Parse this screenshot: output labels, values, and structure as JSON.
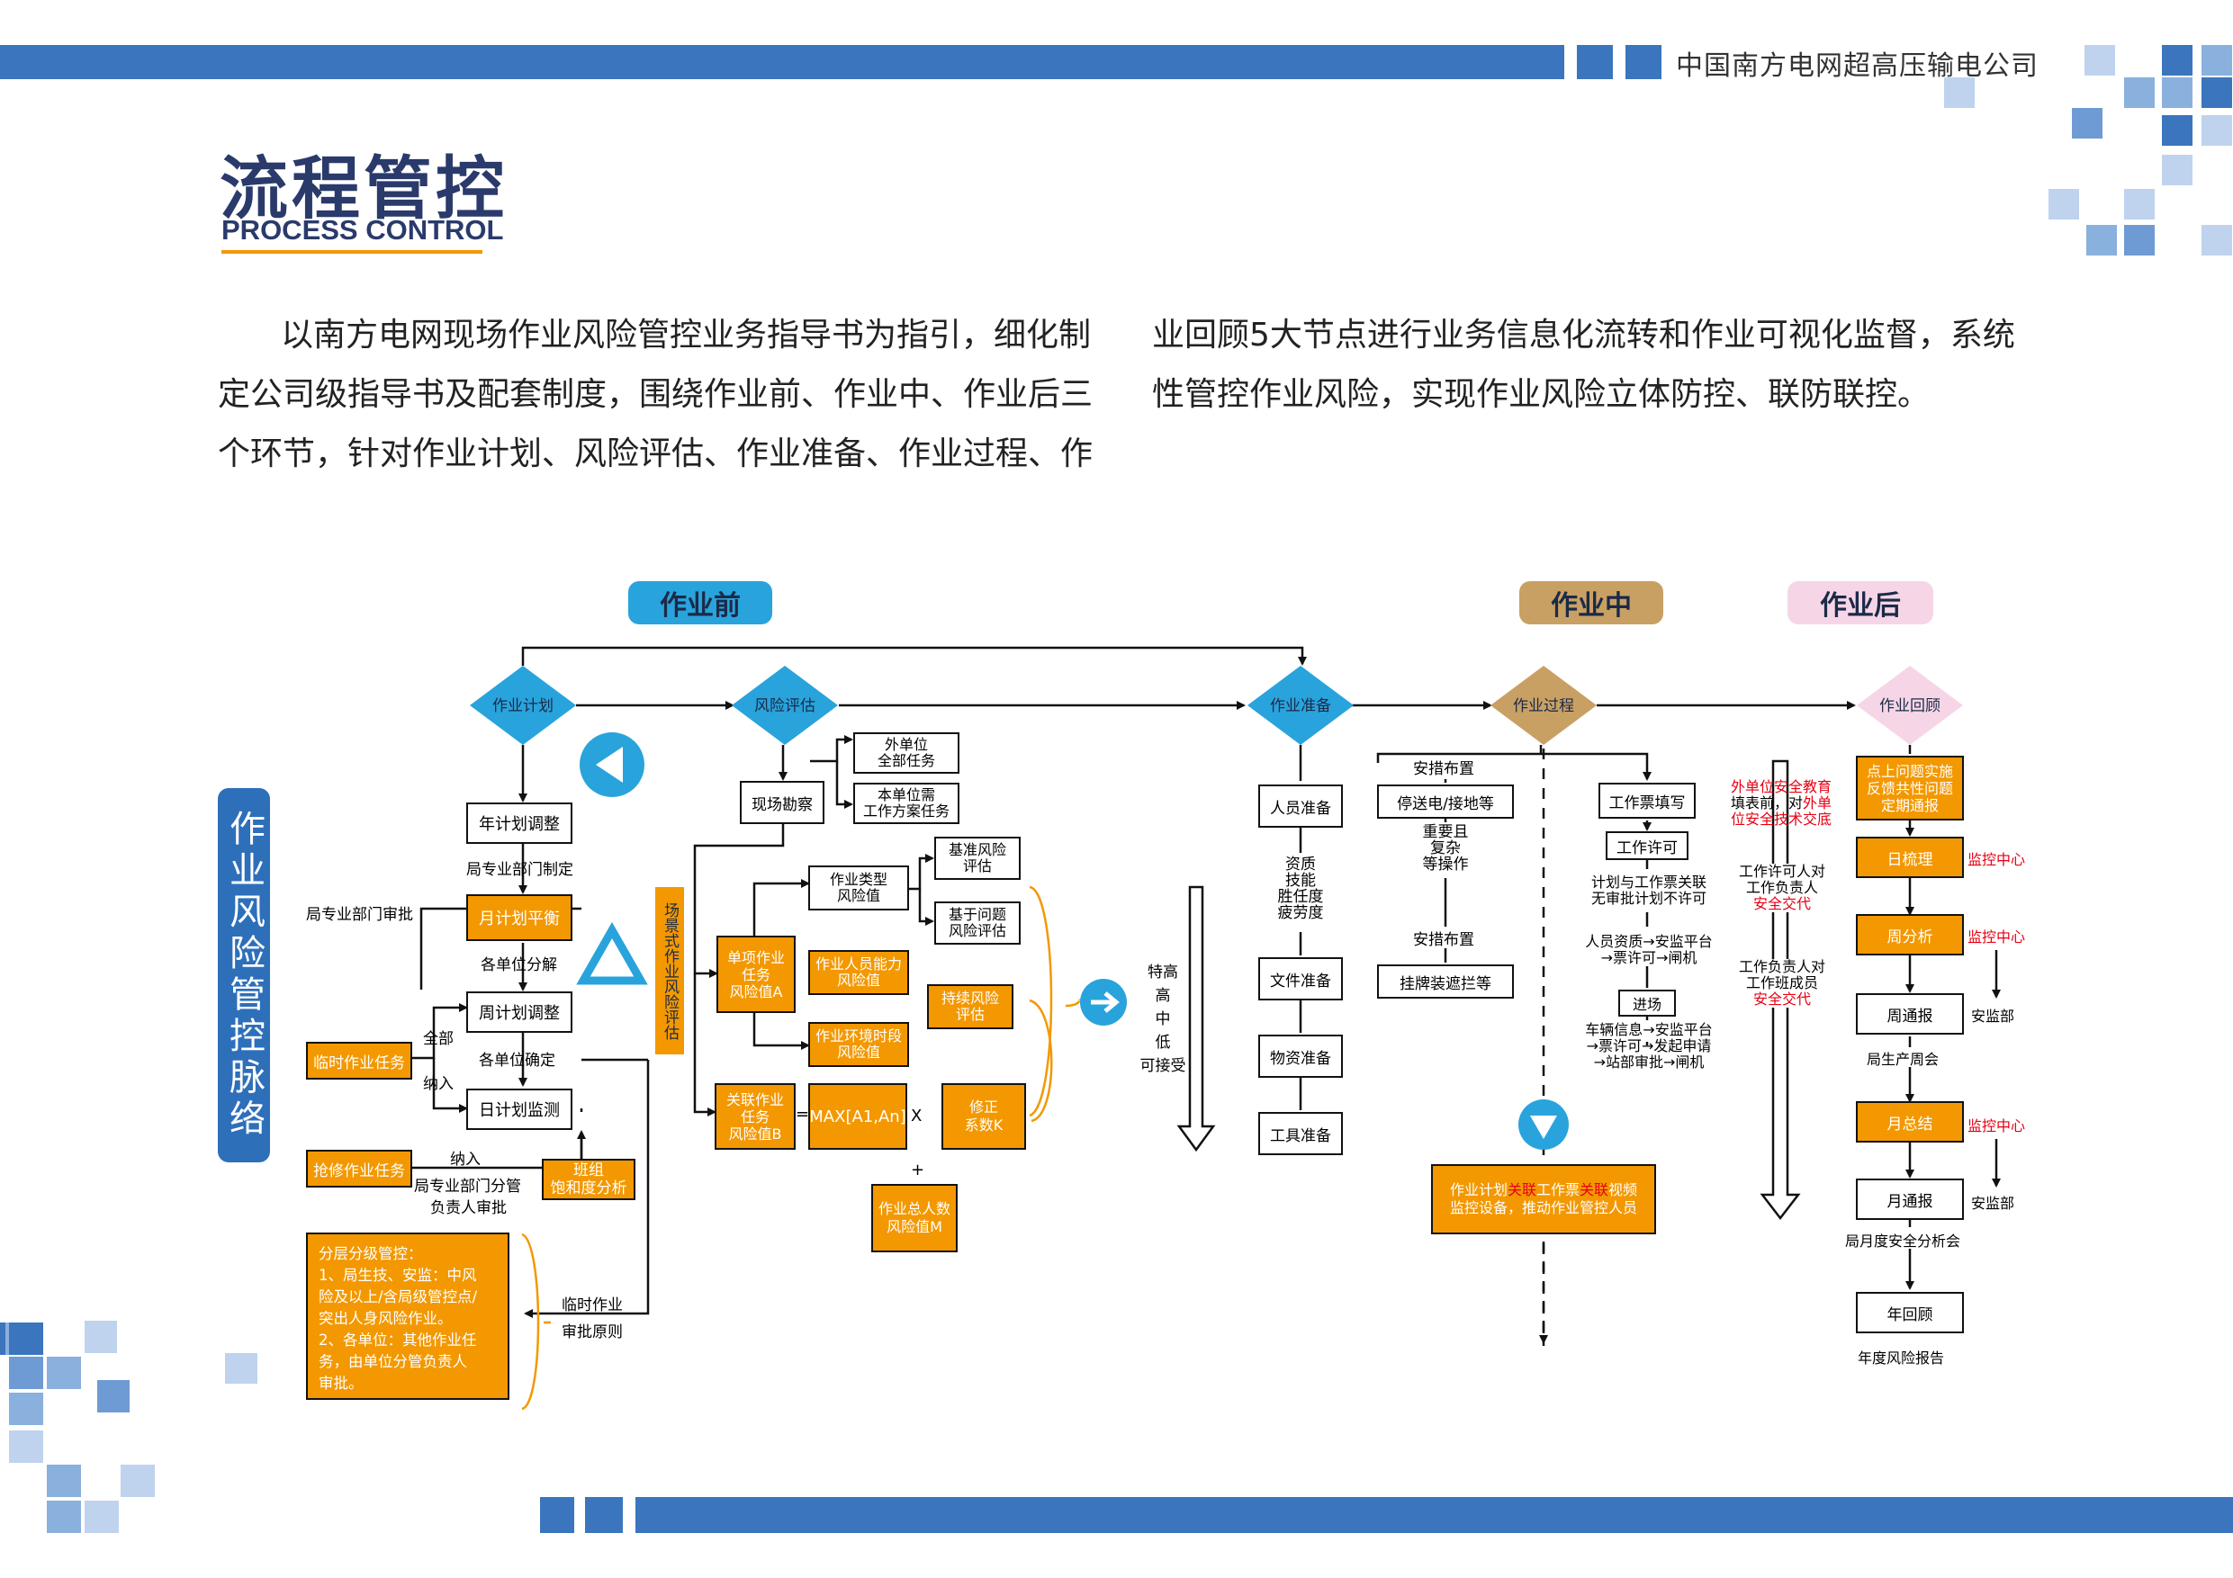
{
  "header": {
    "company": "中国南方电网超高压输电公司"
  },
  "title": {
    "cn": "流程管控",
    "en": "PROCESS CONTROL"
  },
  "intro": {
    "left_lines": [
      "以南方电网现场作业风险管控业务指导书为指引，细化制",
      "定公司级指导书及配套制度，围绕作业前、作业中、作业后三",
      "个环节，针对作业计划、风险评估、作业准备、作业过程、作"
    ],
    "right_lines": [
      "业回顾5大节点进行业务信息化流转和作业可视化监督，系统",
      "性管控作业风险，实现作业风险立体防控、联防联控。"
    ]
  },
  "sidebar": {
    "label": "作业风险管控脉络"
  },
  "phases": {
    "before": "作业前",
    "during": "作业中",
    "after": "作业后"
  },
  "nodes": {
    "plan": "作业计划",
    "risk": "风险评估",
    "prep": "作业准备",
    "process": "作业过程",
    "review": "作业回顾"
  },
  "plan_col": {
    "annual": "年计划调整",
    "dept_make": "局专业部门制定",
    "dept_approve": "局专业部门审批",
    "monthly": "月计划平衡",
    "unit_split": "各单位分解",
    "weekly": "周计划调整",
    "all": "全部",
    "unit_confirm": "各单位确定",
    "include": "纳入",
    "temp_task": "临时作业任务",
    "daily": "日计划监测",
    "repair_task": "抢修作业任务",
    "include2": "纳入",
    "charge_approve_1": "局专业部门分管",
    "charge_approve_2": "负责人审批",
    "team_1": "班组",
    "team_2": "饱和度分析",
    "layer_lines": [
      "分层分级管控：",
      "1、局生技、安监：中风",
      "险及以上/含局级管控点/",
      "突出人身风险作业。",
      "2、各单位：其他作业任",
      "务，由单位分管负责人",
      "审批。"
    ],
    "temp_rule_1": "临时作业",
    "temp_rule_2": "审批原则"
  },
  "risk_col": {
    "outer_1": "外单位",
    "outer_2": "全部任务",
    "local_1": "本单位需",
    "local_2": "工作方案任务",
    "survey": "现场勘察",
    "scene_eval": "场景式作业风险评估",
    "single_1": "单项作业",
    "single_2": "任务",
    "single_3": "风险值A",
    "job_type_1": "作业类型",
    "job_type_2": "风险值",
    "base_1": "基准风险",
    "base_2": "评估",
    "issue_1": "基于问题",
    "issue_2": "风险评估",
    "person_1": "作业人员能力",
    "person_2": "风险值",
    "env_1": "作业环境时段",
    "env_2": "风险值",
    "cont_1": "持续风险",
    "cont_2": "评估",
    "assoc_1": "关联作业",
    "assoc_2": "任务",
    "assoc_3": "风险值B",
    "max": "MAX[A1,An]",
    "times": "X",
    "eq": "=",
    "plus": "+",
    "fix_1": "修正",
    "fix_2": "系数K",
    "total_1": "作业总人数",
    "total_2": "风险值M",
    "levels": [
      "特高",
      "高",
      "中",
      "低",
      "可接受"
    ]
  },
  "prep_col": {
    "person": "人员准备",
    "qual": [
      "资质",
      "技能",
      "胜任度",
      "疲劳度"
    ],
    "doc": "文件准备",
    "material": "物资准备",
    "tool": "工具准备"
  },
  "process_col": {
    "safety_1": "安措布置",
    "outage": "停送电/接地等",
    "complex": [
      "重要且",
      "复杂",
      "等操作"
    ],
    "safety_2": "安措布置",
    "sign": "挂牌装遮拦等",
    "ticket_fill": "工作票填写",
    "permit": "工作许可",
    "plan_link_1": "计划与工作票关联",
    "plan_link_2": "无审批计划不许可",
    "person_flow_1": "人员资质→安监平台",
    "person_flow_2": "→票许可→闸机",
    "enter": "进场",
    "vehicle_1": "车辆信息→安监平台",
    "vehicle_2": "→票许可→发起申请",
    "vehicle_3": "→站部审批→闸机",
    "monitor_a": "作业计划",
    "monitor_b": "关联",
    "monitor_c": "工作票",
    "monitor_d": "关联",
    "monitor_e": "视频",
    "monitor_2": "监控设备，推动作业管控人员"
  },
  "review_col": {
    "outer_edu_1": "外单位安全教育",
    "outer_edu_2a": "填表前，对",
    "outer_edu_2b": "外单",
    "outer_edu_3": "位安全技术交底",
    "permit_1": "工作许可人对",
    "permit_2": "工作负责人",
    "permit_3": "安全交代",
    "charge_1": "工作负责人对",
    "charge_2": "工作班成员",
    "charge_3": "安全交代",
    "spot_1": "点上问题实施",
    "spot_2": "反馈共性问题",
    "spot_3": "定期通报",
    "daily": "日梳理",
    "weekly": "周分析",
    "weekly_report": "周通报",
    "bureau_week": "局生产周会",
    "monthly": "月总结",
    "monthly_report": "月通报",
    "bureau_month": "局月度安全分析会",
    "annual": "年回顾",
    "annual_report": "年度风险报告",
    "center_1": "监控中心",
    "center_2": "监控中心",
    "center_3": "监控中心",
    "safety_1": "安监部",
    "safety_2": "安监部"
  },
  "colors": {
    "blue": "#2e6fba",
    "orange": "#f39800",
    "gold": "#c9a063",
    "pink": "#f6d6e6",
    "cyan": "#29a3dc",
    "red": "#e60012"
  }
}
